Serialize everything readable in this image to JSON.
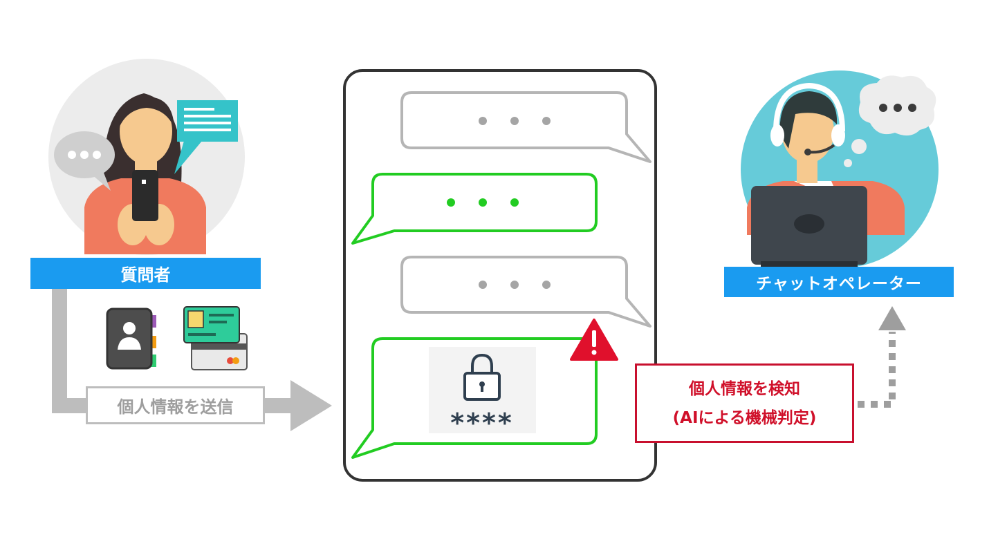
{
  "asker": {
    "label": "質問者",
    "icons": [
      "person-with-phone-icon",
      "speech-bubble-dots-icon",
      "speech-bubble-text-icon"
    ]
  },
  "operator": {
    "label": "チャットオペレーター",
    "icons": [
      "headset-operator-icon",
      "laptop-icon",
      "thought-bubble-dots-icon"
    ]
  },
  "send": {
    "label": "個人情報を送信",
    "items": [
      "address-book-icon",
      "id-card-icon",
      "credit-card-icon"
    ]
  },
  "detection": {
    "line1": "個人情報を検知",
    "line2": "(AIによる機械判定)",
    "icon": "warning-icon"
  },
  "chat": {
    "messages": [
      {
        "side": "operator",
        "content": "• • •"
      },
      {
        "side": "user",
        "content": "• • •"
      },
      {
        "side": "operator",
        "content": "• • •"
      },
      {
        "side": "user",
        "content": "****",
        "icon": "padlock-icon"
      }
    ]
  },
  "colors": {
    "accent_blue": "#1a9bf0",
    "user_bubble": "#22cc22",
    "operator_bubble": "#b5b5b5",
    "alert_red": "#d0102a",
    "arrow_gray": "#bdbdbd"
  }
}
